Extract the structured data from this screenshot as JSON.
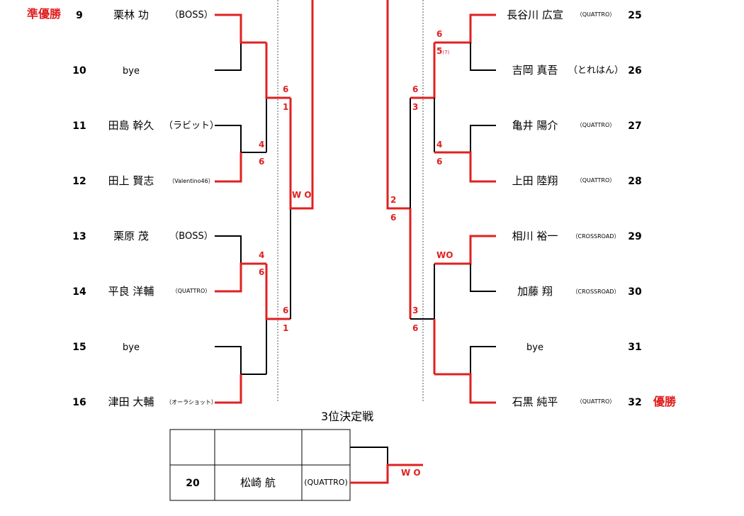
{
  "left_label": "準優勝",
  "right_label": "優勝",
  "left_entries": [
    {
      "seed": "9",
      "name": "栗林 功",
      "club": "（BOSS）"
    },
    {
      "seed": "10",
      "name": "bye",
      "club": ""
    },
    {
      "seed": "11",
      "name": "田島 幹久",
      "club": "（ラビット）"
    },
    {
      "seed": "12",
      "name": "田上 賢志",
      "club": "（Valentino46）"
    },
    {
      "seed": "13",
      "name": "栗原 茂",
      "club": "（BOSS）"
    },
    {
      "seed": "14",
      "name": "平良 洋輔",
      "club": "（QUATTRO）"
    },
    {
      "seed": "15",
      "name": "bye",
      "club": ""
    },
    {
      "seed": "16",
      "name": "津田 大輔",
      "club": "（オーラショット）"
    }
  ],
  "right_entries": [
    {
      "seed": "25",
      "name": "長谷川 広宣",
      "club": "（QUATTRO）"
    },
    {
      "seed": "26",
      "name": "吉岡 真吾",
      "club": "（とれはん）"
    },
    {
      "seed": "27",
      "name": "亀井 陽介",
      "club": "（QUATTRO）"
    },
    {
      "seed": "28",
      "name": "上田 陸翔",
      "club": "（QUATTRO）"
    },
    {
      "seed": "29",
      "name": "相川 裕一",
      "club": "（CROSSROAD）"
    },
    {
      "seed": "30",
      "name": "加藤 翔",
      "club": "（CROSSROAD）"
    },
    {
      "seed": "31",
      "name": "bye",
      "club": ""
    },
    {
      "seed": "32",
      "name": "石黒 純平",
      "club": "（QUATTRO）"
    }
  ],
  "left_scores": {
    "r1_m2_top": "4",
    "r1_m2_bottom": "6",
    "r1_m3_top": "4",
    "r1_m3_bottom": "6",
    "r2_m1_top": "6",
    "r2_m1_bottom": "1",
    "r2_m2_top": "6",
    "r2_m2_bottom": "1",
    "sf": "W O"
  },
  "right_scores": {
    "r1_m1_top": "6",
    "r1_m1_bottom": "5",
    "r1_m1_tiebreak": "(7)",
    "r1_m2_top": "4",
    "r1_m2_bottom": "6",
    "r1_m3": "WO",
    "r2_m1_top": "6",
    "r2_m1_bottom": "3",
    "r2_m2_top": "3",
    "r2_m2_bottom": "6",
    "sf_top": "2",
    "sf_bottom": "6"
  },
  "third_place": {
    "title": "3位決定戦",
    "seed": "20",
    "name": "松崎 航",
    "club": "(QUATTRO)",
    "result": "W O"
  },
  "colors": {
    "winner_line": "#e02020",
    "loser_line": "#000000"
  }
}
